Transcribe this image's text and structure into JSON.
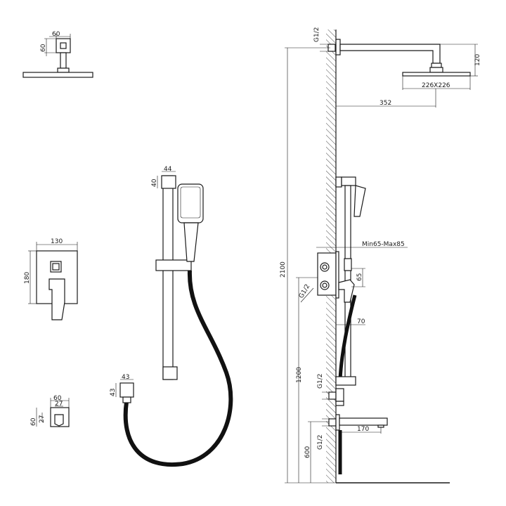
{
  "views": {
    "overhead_top": {
      "width": "60",
      "height": "60"
    },
    "slide_bar": {
      "width": "44",
      "height": "40"
    },
    "valve": {
      "width": "130",
      "height": "180"
    },
    "elbow": {
      "width": "60",
      "inner_width": "27",
      "height": "60",
      "inner_height": "27"
    },
    "hose_connector": {
      "width": "43",
      "height": "43"
    },
    "side": {
      "thread_top": "G1/2",
      "arm_drop": "120",
      "head_size": "226X226",
      "arm_projection": "352",
      "total_height": "2100",
      "depth_range": "Min65-Max85",
      "valve_spacing": "65",
      "thread_valve": "G1/2",
      "bar_offset": "70",
      "valve_height": "1200",
      "thread_outlet": "G1/2",
      "thread_spout": "G1/2",
      "spout_height": "600",
      "spout_length": "170"
    }
  },
  "colors": {
    "line": "#1a1a1a",
    "background": "#ffffff"
  }
}
